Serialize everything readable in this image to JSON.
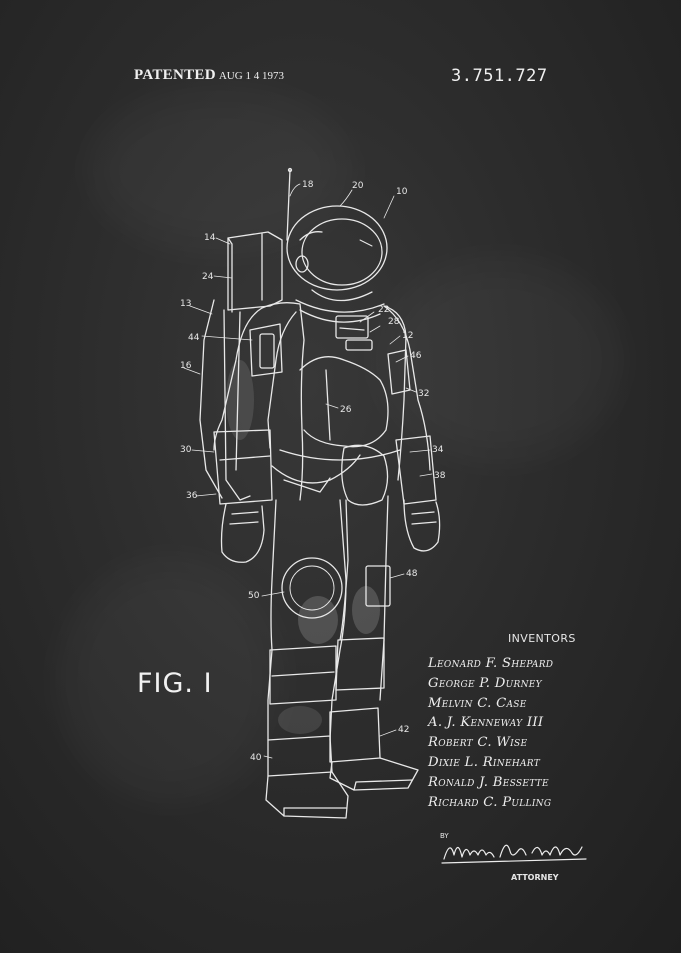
{
  "header": {
    "patented_label": "PATENTED",
    "patent_date": "AUG 1 4 1973",
    "patent_number": "3.751.727"
  },
  "figure": {
    "label": "FIG. I",
    "references": [
      "18",
      "20",
      "10",
      "14",
      "24",
      "13",
      "22",
      "28",
      "12",
      "44",
      "46",
      "16",
      "32",
      "26",
      "30",
      "34",
      "38",
      "36",
      "48",
      "50",
      "42",
      "40"
    ]
  },
  "inventors": {
    "heading": "INVENTORS",
    "names": [
      "Leonard F. Shepard",
      "George P. Durney",
      "Melvin C. Case",
      "A. J. Kenneway III",
      "Robert C. Wise",
      "Dixie L. Rinehart",
      "Ronald J. Bessette",
      "Richard C. Pulling"
    ]
  },
  "attorney": {
    "by_label": "BY",
    "signature": "Michael A. Steinberg",
    "label": "ATTORNEY"
  },
  "colors": {
    "background": "#2c2c2c",
    "chalk": "#e8e8e8"
  }
}
